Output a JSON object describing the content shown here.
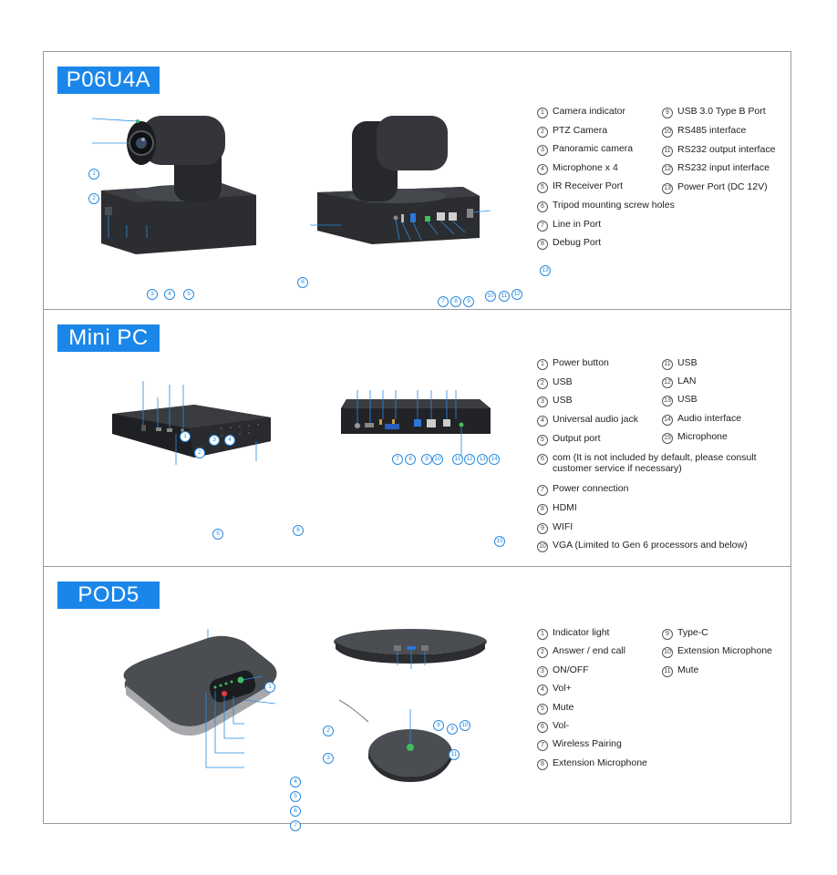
{
  "sections": [
    {
      "title": "P06U4A",
      "front_callouts": [
        "1",
        "2",
        "3",
        "4",
        "5"
      ],
      "back_callouts": [
        "6",
        "7",
        "8",
        "9",
        "10",
        "11",
        "12",
        "13"
      ],
      "legend_col1": [
        {
          "n": "1",
          "label": "Camera indicator"
        },
        {
          "n": "2",
          "label": "PTZ Camera"
        },
        {
          "n": "3",
          "label": "Panoramic camera"
        },
        {
          "n": "4",
          "label": "Microphone x 4"
        },
        {
          "n": "5",
          "label": "IR Receiver Port"
        },
        {
          "n": "6",
          "label": "Tripod mounting screw holes"
        },
        {
          "n": "7",
          "label": "Line in Port"
        },
        {
          "n": "8",
          "label": "Debug Port"
        }
      ],
      "legend_col2": [
        {
          "n": "9",
          "label": "USB 3.0 Type B Port"
        },
        {
          "n": "10",
          "label": "RS485  interface"
        },
        {
          "n": "11",
          "label": "RS232 output interface"
        },
        {
          "n": "12",
          "label": "RS232 input interface"
        },
        {
          "n": "13",
          "label": "Power Port (DC 12V)"
        }
      ]
    },
    {
      "title": "Mini PC",
      "front_callouts": [
        "1",
        "2",
        "3",
        "4",
        "5",
        "6"
      ],
      "back_callouts": [
        "7",
        "8",
        "9",
        "10",
        "11",
        "12",
        "13",
        "14",
        "15"
      ],
      "legend_col1": [
        {
          "n": "1",
          "label": "Power button"
        },
        {
          "n": "2",
          "label": "USB"
        },
        {
          "n": "3",
          "label": "USB"
        },
        {
          "n": "4",
          "label": "Universal audio jack"
        },
        {
          "n": "5",
          "label": "Output port"
        },
        {
          "n": "6",
          "label": "com (It is not included by default, please consult customer service if necessary)"
        },
        {
          "n": "7",
          "label": "Power connection"
        },
        {
          "n": "8",
          "label": "HDMI"
        },
        {
          "n": "9",
          "label": "WIFI"
        },
        {
          "n": "10",
          "label": "VGA (Limited to Gen 6 processors and below)"
        }
      ],
      "legend_col2": [
        {
          "n": "11",
          "label": "USB"
        },
        {
          "n": "12",
          "label": "LAN"
        },
        {
          "n": "13",
          "label": "USB"
        },
        {
          "n": "14",
          "label": "Audio interface"
        },
        {
          "n": "15",
          "label": "Microphone"
        }
      ]
    },
    {
      "title": "POD5",
      "front_callouts": [
        "1",
        "2",
        "3",
        "4",
        "5",
        "6",
        "7"
      ],
      "back_callouts": [
        "8",
        "9",
        "10",
        "11"
      ],
      "legend_col1": [
        {
          "n": "1",
          "label": "Indicator light"
        },
        {
          "n": "2",
          "label": "Answer / end call"
        },
        {
          "n": "3",
          "label": "ON/OFF"
        },
        {
          "n": "4",
          "label": "Vol+"
        },
        {
          "n": "5",
          "label": "Mute"
        },
        {
          "n": "6",
          "label": "Vol-"
        },
        {
          "n": "7",
          "label": "Wireless Pairing"
        },
        {
          "n": "8",
          "label": "Extension Microphone"
        }
      ],
      "legend_col2": [
        {
          "n": "9",
          "label": "Type-C"
        },
        {
          "n": "10",
          "label": "Extension Microphone"
        },
        {
          "n": "11",
          "label": "Mute"
        }
      ]
    }
  ],
  "colors": {
    "accent": "#1a86ea",
    "callout": "#2a8be0",
    "device_dark": "#2b2d31",
    "fabric": "#4a4d52",
    "border": "#9a9a9a"
  }
}
